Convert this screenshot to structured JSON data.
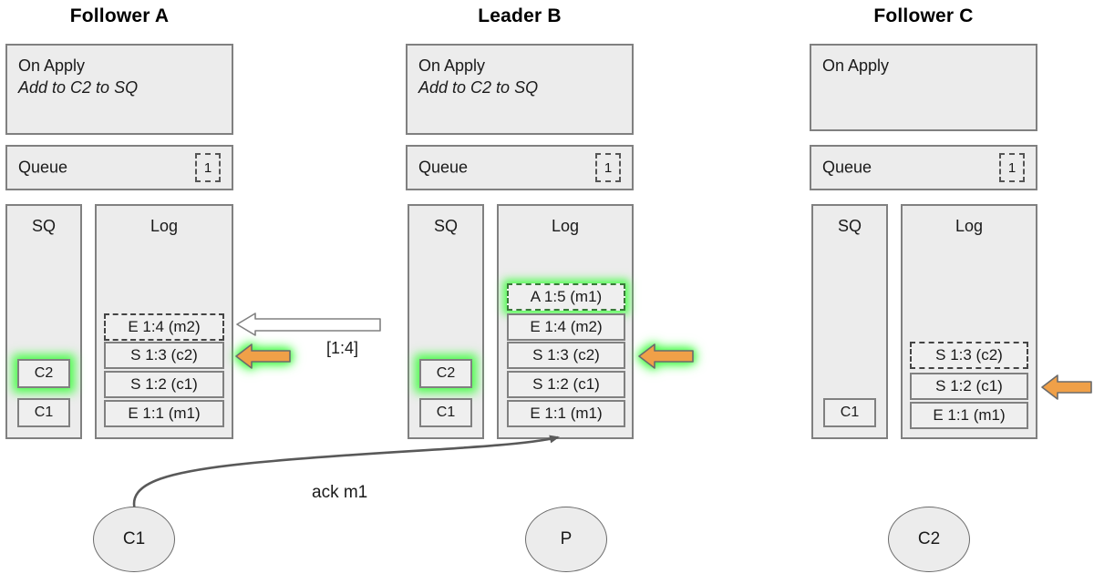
{
  "nodes": [
    {
      "title": "Follower A",
      "on_apply": {
        "heading": "On Apply",
        "action": "Add to C2 to SQ"
      },
      "queue": {
        "label": "Queue",
        "count": "1"
      },
      "sq": {
        "label": "SQ",
        "items": [
          {
            "text": "C2",
            "highlight": true
          },
          {
            "text": "C1",
            "highlight": false
          }
        ]
      },
      "log": {
        "label": "Log",
        "entries": [
          {
            "text": "E 1:4 (m2)",
            "style": "dashed"
          },
          {
            "text": "S 1:3 (c2)",
            "style": "solid"
          },
          {
            "text": "S 1:2 (c1)",
            "style": "solid"
          },
          {
            "text": "E 1:1 (m1)",
            "style": "solid"
          }
        ]
      }
    },
    {
      "title": "Leader B",
      "on_apply": {
        "heading": "On Apply",
        "action": "Add to C2 to SQ"
      },
      "queue": {
        "label": "Queue",
        "count": "1"
      },
      "sq": {
        "label": "SQ",
        "items": [
          {
            "text": "C2",
            "highlight": true
          },
          {
            "text": "C1",
            "highlight": false
          }
        ]
      },
      "log": {
        "label": "Log",
        "entries": [
          {
            "text": "A 1:5 (m1)",
            "style": "dashed-glow"
          },
          {
            "text": "E 1:4 (m2)",
            "style": "solid"
          },
          {
            "text": "S 1:3 (c2)",
            "style": "solid"
          },
          {
            "text": "S 1:2 (c1)",
            "style": "solid"
          },
          {
            "text": "E 1:1 (m1)",
            "style": "solid"
          }
        ]
      }
    },
    {
      "title": "Follower C",
      "on_apply": {
        "heading": "On Apply",
        "action": ""
      },
      "queue": {
        "label": "Queue",
        "count": "1"
      },
      "sq": {
        "label": "SQ",
        "items": [
          {
            "text": "C1",
            "highlight": false
          }
        ]
      },
      "log": {
        "label": "Log",
        "entries": [
          {
            "text": "S 1:3 (c2)",
            "style": "dashed"
          },
          {
            "text": "S 1:2 (c1)",
            "style": "solid"
          },
          {
            "text": "E 1:1 (m1)",
            "style": "solid"
          }
        ]
      }
    }
  ],
  "messages": {
    "replication_range": "[1:4]",
    "ack_label": "ack m1"
  },
  "clients": [
    {
      "text": "C1"
    },
    {
      "text": "P"
    },
    {
      "text": "C2"
    }
  ],
  "colors": {
    "panel_fill": "#ececec",
    "panel_border": "#808080",
    "arrow_orange": "#f0a048",
    "arrow_orange_border": "#6b6b6b",
    "glow_green": "#4dfd4d",
    "white_arrow_fill": "#ffffff",
    "edge_gray": "#595959"
  },
  "icons": {
    "commit_arrow": "left-arrow-icon",
    "append_arrow": "left-arrow-icon",
    "ack_edge": "curved-arrow-icon"
  }
}
